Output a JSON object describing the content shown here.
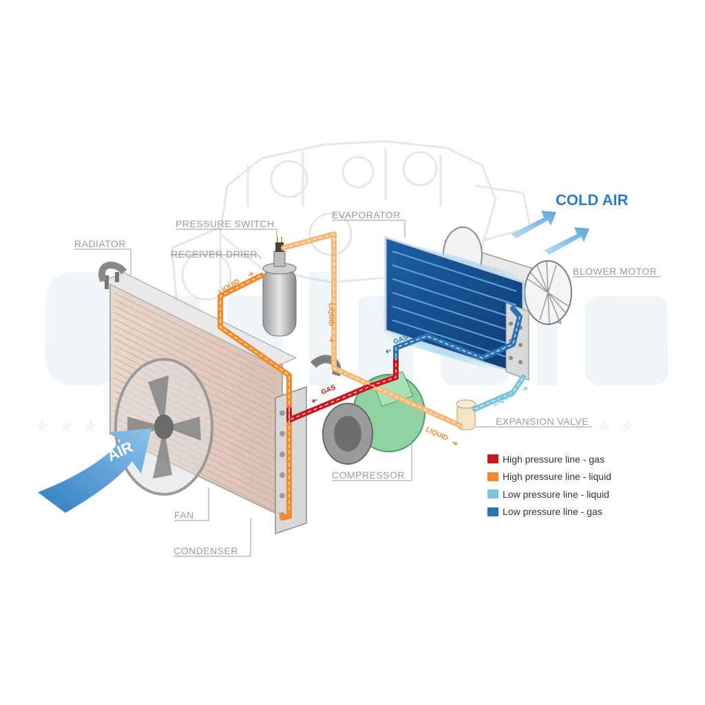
{
  "cold_air_label": "COLD AIR",
  "air_label": "AIR",
  "colors": {
    "high_gas": "#c8161d",
    "high_liquid": "#f08a2c",
    "low_liquid": "#7cc5dc",
    "low_gas": "#2a74b6",
    "callout": "#9a9a9a",
    "cold_air": "#2f7dc1",
    "compressor": "#8fd4a0"
  },
  "components": {
    "pressure_switch": "PRESSURE SWITCH",
    "receiver_drier": "RECEIVER DRIER",
    "radiator": "RADIATOR",
    "evaporator": "EVAPORATOR",
    "blower_motor": "BLOWER MOTOR",
    "expansion_valve": "EXPANSION VALVE",
    "compressor": "COMPRESSOR",
    "fan": "FAN",
    "condenser": "CONDENSER"
  },
  "pipe_labels": {
    "liquid_1": "LIQUID",
    "liquid_2": "LIQUID",
    "liquid_3": "LIQUID",
    "liquid_4": "LIQUID",
    "gas_high": "GAS",
    "gas_low": "GAS"
  },
  "legend": [
    {
      "label": "High pressure line - gas",
      "color": "#c8161d"
    },
    {
      "label": "High pressure line - liquid",
      "color": "#f08a2c"
    },
    {
      "label": "Low pressure line - liquid",
      "color": "#7cc5dc"
    },
    {
      "label": "Low pressure line -  gas",
      "color": "#2a74b6"
    }
  ]
}
